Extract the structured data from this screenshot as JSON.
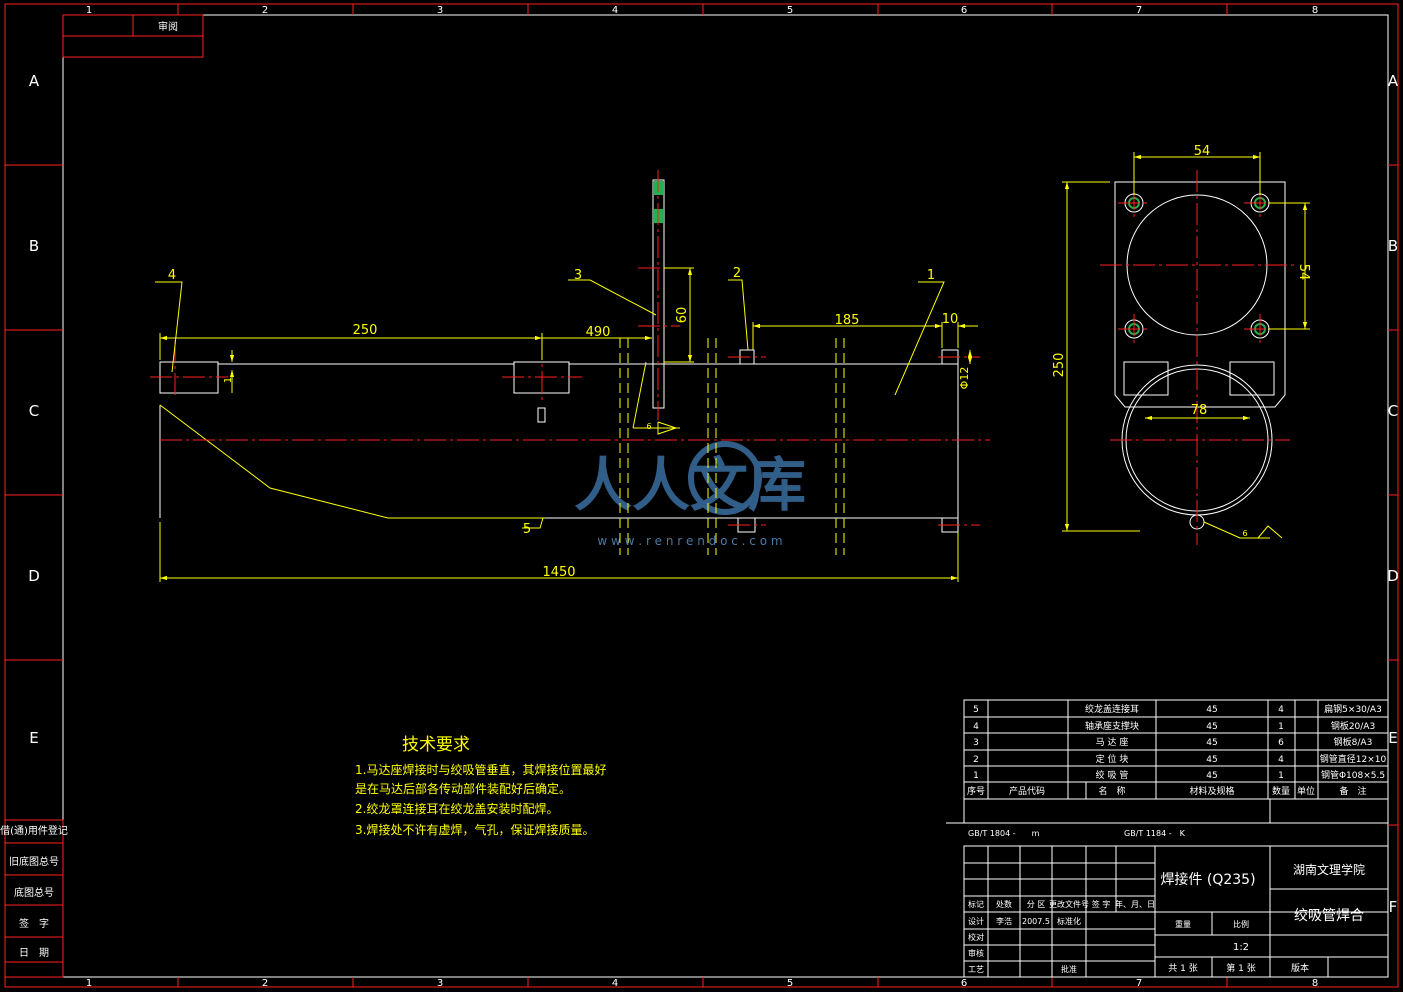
{
  "frame": {
    "col_numbers": [
      "1",
      "2",
      "3",
      "4",
      "5",
      "6",
      "7",
      "8"
    ],
    "row_letters_left": [
      "A",
      "B",
      "C",
      "D",
      "E"
    ],
    "row_letters_right": [
      "A",
      "B",
      "C",
      "D",
      "E",
      "F"
    ],
    "top_label": "审阅"
  },
  "left_strip": {
    "rows": [
      "借(通)用件登记",
      "旧底图总号",
      "底图总号",
      "签　字",
      "日　期"
    ]
  },
  "dimensions": {
    "d250": "250",
    "d490": "490",
    "d60": "60",
    "d185": "185",
    "d10": "10",
    "d1": "1",
    "phi12": "Φ12",
    "d1450": "1450",
    "d54_top": "54",
    "d54_side": "54",
    "d250_side": "250",
    "d78": "78",
    "weld_a": "6",
    "weld_b": "6"
  },
  "balloons": [
    "1",
    "2",
    "3",
    "4",
    "5"
  ],
  "tech": {
    "title": "技术要求",
    "lines": [
      "1.马达座焊接时与绞吸管垂直，其焊接位置最好",
      "  是在马达后部各传动部件装配好后确定。",
      "2.绞龙罩连接耳在绞龙盖安装时配焊。",
      "3.焊接处不许有虚焊，气孔，保证焊接质量。"
    ]
  },
  "bom": {
    "rows": [
      {
        "no": "5",
        "code": "",
        "name": "绞龙盖连接耳",
        "material": "45",
        "qty": "4",
        "unit": "",
        "note": "扁钢5×30/A3"
      },
      {
        "no": "4",
        "code": "",
        "name": "轴承座支撑块",
        "material": "45",
        "qty": "1",
        "unit": "",
        "note": "钢板20/A3"
      },
      {
        "no": "3",
        "code": "",
        "name": "马 达 座",
        "material": "45",
        "qty": "6",
        "unit": "",
        "note": "钢板8/A3"
      },
      {
        "no": "2",
        "code": "",
        "name": "定 位 块",
        "material": "45",
        "qty": "4",
        "unit": "",
        "note": "钢管直径12×10"
      },
      {
        "no": "1",
        "code": "",
        "name": "绞 吸 管",
        "material": "45",
        "qty": "1",
        "unit": "",
        "note": "钢管Φ108×5.5"
      }
    ],
    "header": {
      "no": "序号",
      "code": "产品代码",
      "name": "名　称",
      "material": "材料及规格",
      "qty": "数量",
      "unit": "单位",
      "note": "备　注"
    },
    "std_left": "GB/T 1804 -　　m",
    "std_right": "GB/T 1184 -　K"
  },
  "title_block": {
    "part_title": "焊接件 (Q235)",
    "school": "湖南文理学院",
    "drawing_name": "绞吸管焊合",
    "rev_headers": [
      "标记",
      "处数",
      "分 区",
      "更改文件号",
      "签 字",
      "年、月、日"
    ],
    "design_label": "设计",
    "designer": "李浩",
    "design_date": "2007.5",
    "std_label": "标准化",
    "check_label": "校对",
    "review_label": "审核",
    "process_label": "工艺",
    "approve_label": "批准",
    "weight_label": "重量",
    "scale_label": "比例",
    "scale": "1:2",
    "sheets_total": "共 1 张",
    "sheet_no": "第 1 张",
    "version": "版本"
  },
  "watermark": {
    "text": "人人文库",
    "url": "w w w . r e n r e n d o c . c o m"
  },
  "colors": {
    "frame": "#ff2020",
    "outline": "#ffffff",
    "dimension": "#ffff00",
    "centerline": "#ff2020",
    "hidden": "#ffff00",
    "hatch": "#22b14c",
    "table": "#ffffff",
    "watermark": "#3a6fa0"
  }
}
